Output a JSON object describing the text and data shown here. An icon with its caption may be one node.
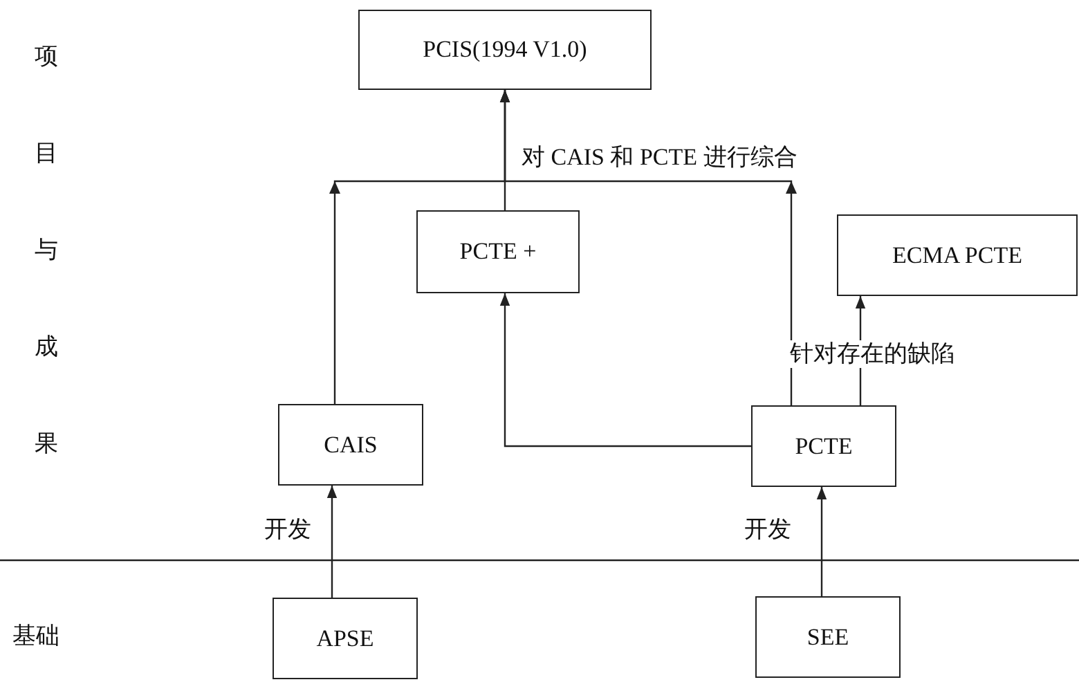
{
  "diagram": {
    "nodes": [
      {
        "text": [
          "PCIS(1994 V1.0)"
        ]
      },
      {
        "text": [
          "PCTE +"
        ]
      },
      {
        "text": [
          "ECMA PCTE"
        ]
      },
      {
        "text": [
          "CAIS"
        ]
      },
      {
        "text": [
          "PCTE"
        ]
      },
      {
        "text": [
          "APSE"
        ]
      },
      {
        "text": [
          "SEE"
        ]
      }
    ],
    "edges": [
      {
        "from": 3,
        "to": 0,
        "arrow": "to",
        "label": "对 CAIS 和 PCTE 进行综合"
      },
      {
        "from": 4,
        "to": 0,
        "arrow": "to"
      },
      {
        "from": 1,
        "to": 0,
        "arrow": "to"
      },
      {
        "from": 4,
        "to": 1,
        "arrow": "to"
      },
      {
        "from": 4,
        "to": 2,
        "arrow": "to",
        "label": "针对存在的缺陷"
      },
      {
        "from": 5,
        "to": 3,
        "arrow": "to",
        "label": "开发"
      },
      {
        "from": 6,
        "to": 4,
        "arrow": "to",
        "label": "开发"
      }
    ],
    "labels": [
      "项目与成果",
      "基础"
    ]
  }
}
